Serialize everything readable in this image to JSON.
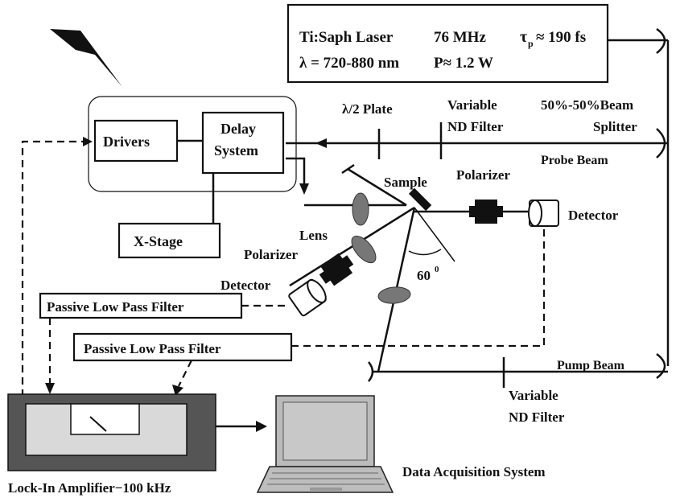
{
  "laser": {
    "line1_name": "Ti:Saph Laser",
    "line1_rate": "76 MHz",
    "line1_tau": "τ",
    "line1_tau_sub": "p",
    "line1_tau_val": "≈ 190 fs",
    "line2_lambda": "λ = 720-880 nm",
    "line2_power": "P≈ 1.2 W"
  },
  "delay_block": {
    "drivers": "Drivers",
    "delay_line1": "Delay",
    "delay_line2": "System",
    "xstage": "X-Stage"
  },
  "optics": {
    "half_wave": "λ/2 Plate",
    "nd_probe_line1": "Variable",
    "nd_probe_line2": "ND Filter",
    "splitter_line1": "50%-50%Beam",
    "splitter_line2": "Splitter",
    "probe_beam": "Probe Beam",
    "sample": "Sample",
    "polarizer_right": "Polarizer",
    "detector_right": "Detector",
    "lens": "Lens",
    "polarizer_left": "Polarizer",
    "detector_left": "Detector",
    "angle": "60",
    "angle_unit": "0",
    "pump_beam": "Pump Beam",
    "nd_pump_line1": "Variable",
    "nd_pump_line2": "ND Filter"
  },
  "electronics": {
    "filter_top": "Passive Low Pass Filter",
    "filter_bottom": "Passive Low Pass Filter",
    "lockin": "Lock-In Amplifier−100 kHz",
    "daq": "Data Acquisition System"
  }
}
